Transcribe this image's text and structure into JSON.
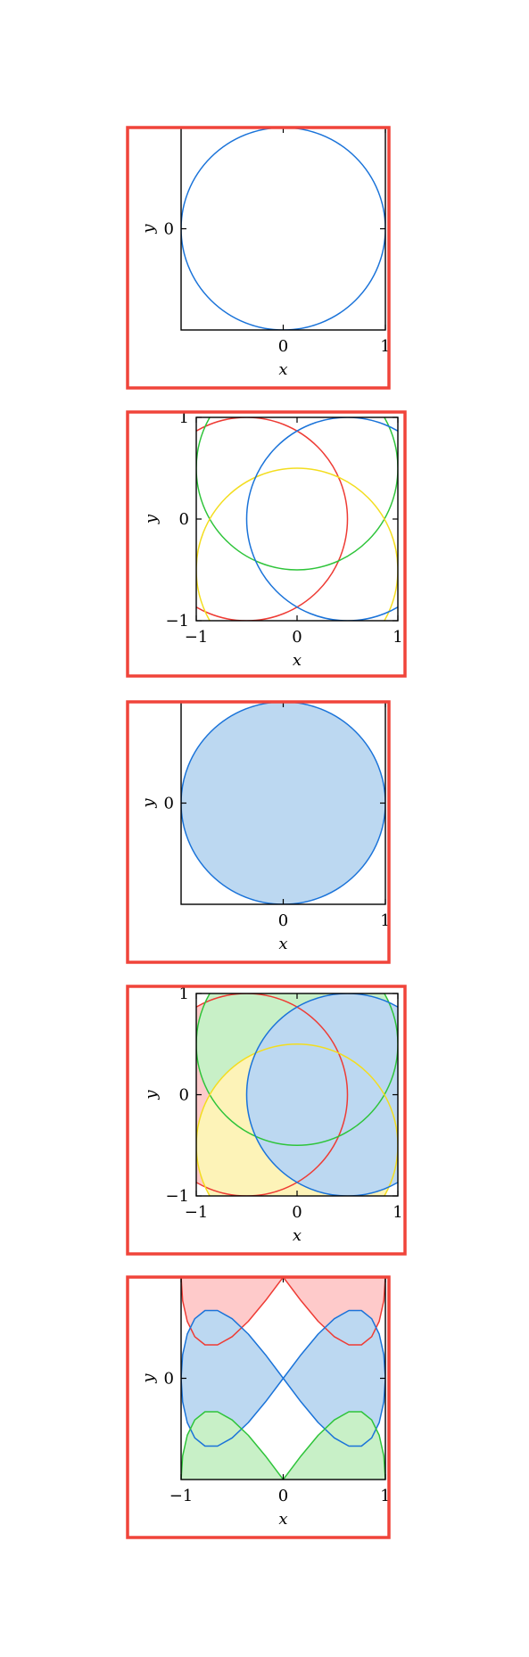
{
  "colors": {
    "frame": "#f0443a",
    "axes": "#000000",
    "blue": "#1a73d9",
    "red": "#ee3b34",
    "green": "#2ec43a",
    "yellow": "#f3dd1f",
    "blue_fill": "#bcd8f1",
    "red_fill": "#fecaca",
    "green_fill": "#c8f0c7",
    "yellow_fill": "#fdf3b8"
  },
  "chart_data": [
    {
      "type": "line",
      "xlabel": "x",
      "ylabel": "y",
      "xlim": [
        -1,
        1
      ],
      "ylim": [
        -1,
        1
      ],
      "xticks": [
        "0",
        "1"
      ],
      "yticks": [
        "0"
      ],
      "grid": false,
      "series": [
        {
          "shape": "circle",
          "center": [
            0,
            0
          ],
          "radius": 1,
          "color": "blue",
          "fill": false
        }
      ]
    },
    {
      "type": "line",
      "xlabel": "x",
      "ylabel": "y",
      "xlim": [
        -1,
        1
      ],
      "ylim": [
        -1,
        1
      ],
      "xticks": [
        "−1",
        "0",
        "1"
      ],
      "yticks": [
        "−1",
        "0",
        "1"
      ],
      "grid": false,
      "series": [
        {
          "shape": "circle",
          "center": [
            -0.5,
            0
          ],
          "radius": 1,
          "color": "red",
          "fill": false
        },
        {
          "shape": "circle",
          "center": [
            0,
            0.5
          ],
          "radius": 1,
          "color": "green",
          "fill": false
        },
        {
          "shape": "circle",
          "center": [
            0,
            -0.5
          ],
          "radius": 1,
          "color": "yellow",
          "fill": false
        },
        {
          "shape": "circle",
          "center": [
            0.5,
            0
          ],
          "radius": 1,
          "color": "blue",
          "fill": false
        }
      ]
    },
    {
      "type": "area",
      "xlabel": "x",
      "ylabel": "y",
      "xlim": [
        -1,
        1
      ],
      "ylim": [
        -1,
        1
      ],
      "xticks": [
        "0",
        "1"
      ],
      "yticks": [
        "0"
      ],
      "grid": false,
      "series": [
        {
          "shape": "circle",
          "center": [
            0,
            0
          ],
          "radius": 1,
          "color": "blue",
          "fill": true
        }
      ]
    },
    {
      "type": "area",
      "xlabel": "x",
      "ylabel": "y",
      "xlim": [
        -1,
        1
      ],
      "ylim": [
        -1,
        1
      ],
      "xticks": [
        "−1",
        "0",
        "1"
      ],
      "yticks": [
        "−1",
        "0",
        "1"
      ],
      "grid": false,
      "series": [
        {
          "shape": "circle",
          "center": [
            -0.5,
            0
          ],
          "radius": 1,
          "color": "red",
          "fill": true
        },
        {
          "shape": "circle",
          "center": [
            0,
            0.5
          ],
          "radius": 1,
          "color": "green",
          "fill": true
        },
        {
          "shape": "circle",
          "center": [
            0,
            -0.5
          ],
          "radius": 1,
          "color": "yellow",
          "fill": true
        },
        {
          "shape": "circle",
          "center": [
            0.5,
            0
          ],
          "radius": 1,
          "color": "blue",
          "fill": true
        }
      ]
    },
    {
      "type": "area",
      "xlabel": "x",
      "ylabel": "y",
      "xlim": [
        -1,
        1
      ],
      "ylim": [
        -1,
        1
      ],
      "xticks": [
        "−1",
        "0",
        "1"
      ],
      "yticks": [
        "0"
      ],
      "grid": false,
      "series": [
        {
          "shape": "lissajous",
          "cx": 0,
          "cy": 1.0,
          "color": "red",
          "fill": true
        },
        {
          "shape": "lissajous",
          "cx": 0,
          "cy": 0.0,
          "color": "blue",
          "fill": true
        },
        {
          "shape": "lissajous",
          "cx": 0,
          "cy": -1.0,
          "color": "green",
          "fill": true
        }
      ]
    }
  ]
}
